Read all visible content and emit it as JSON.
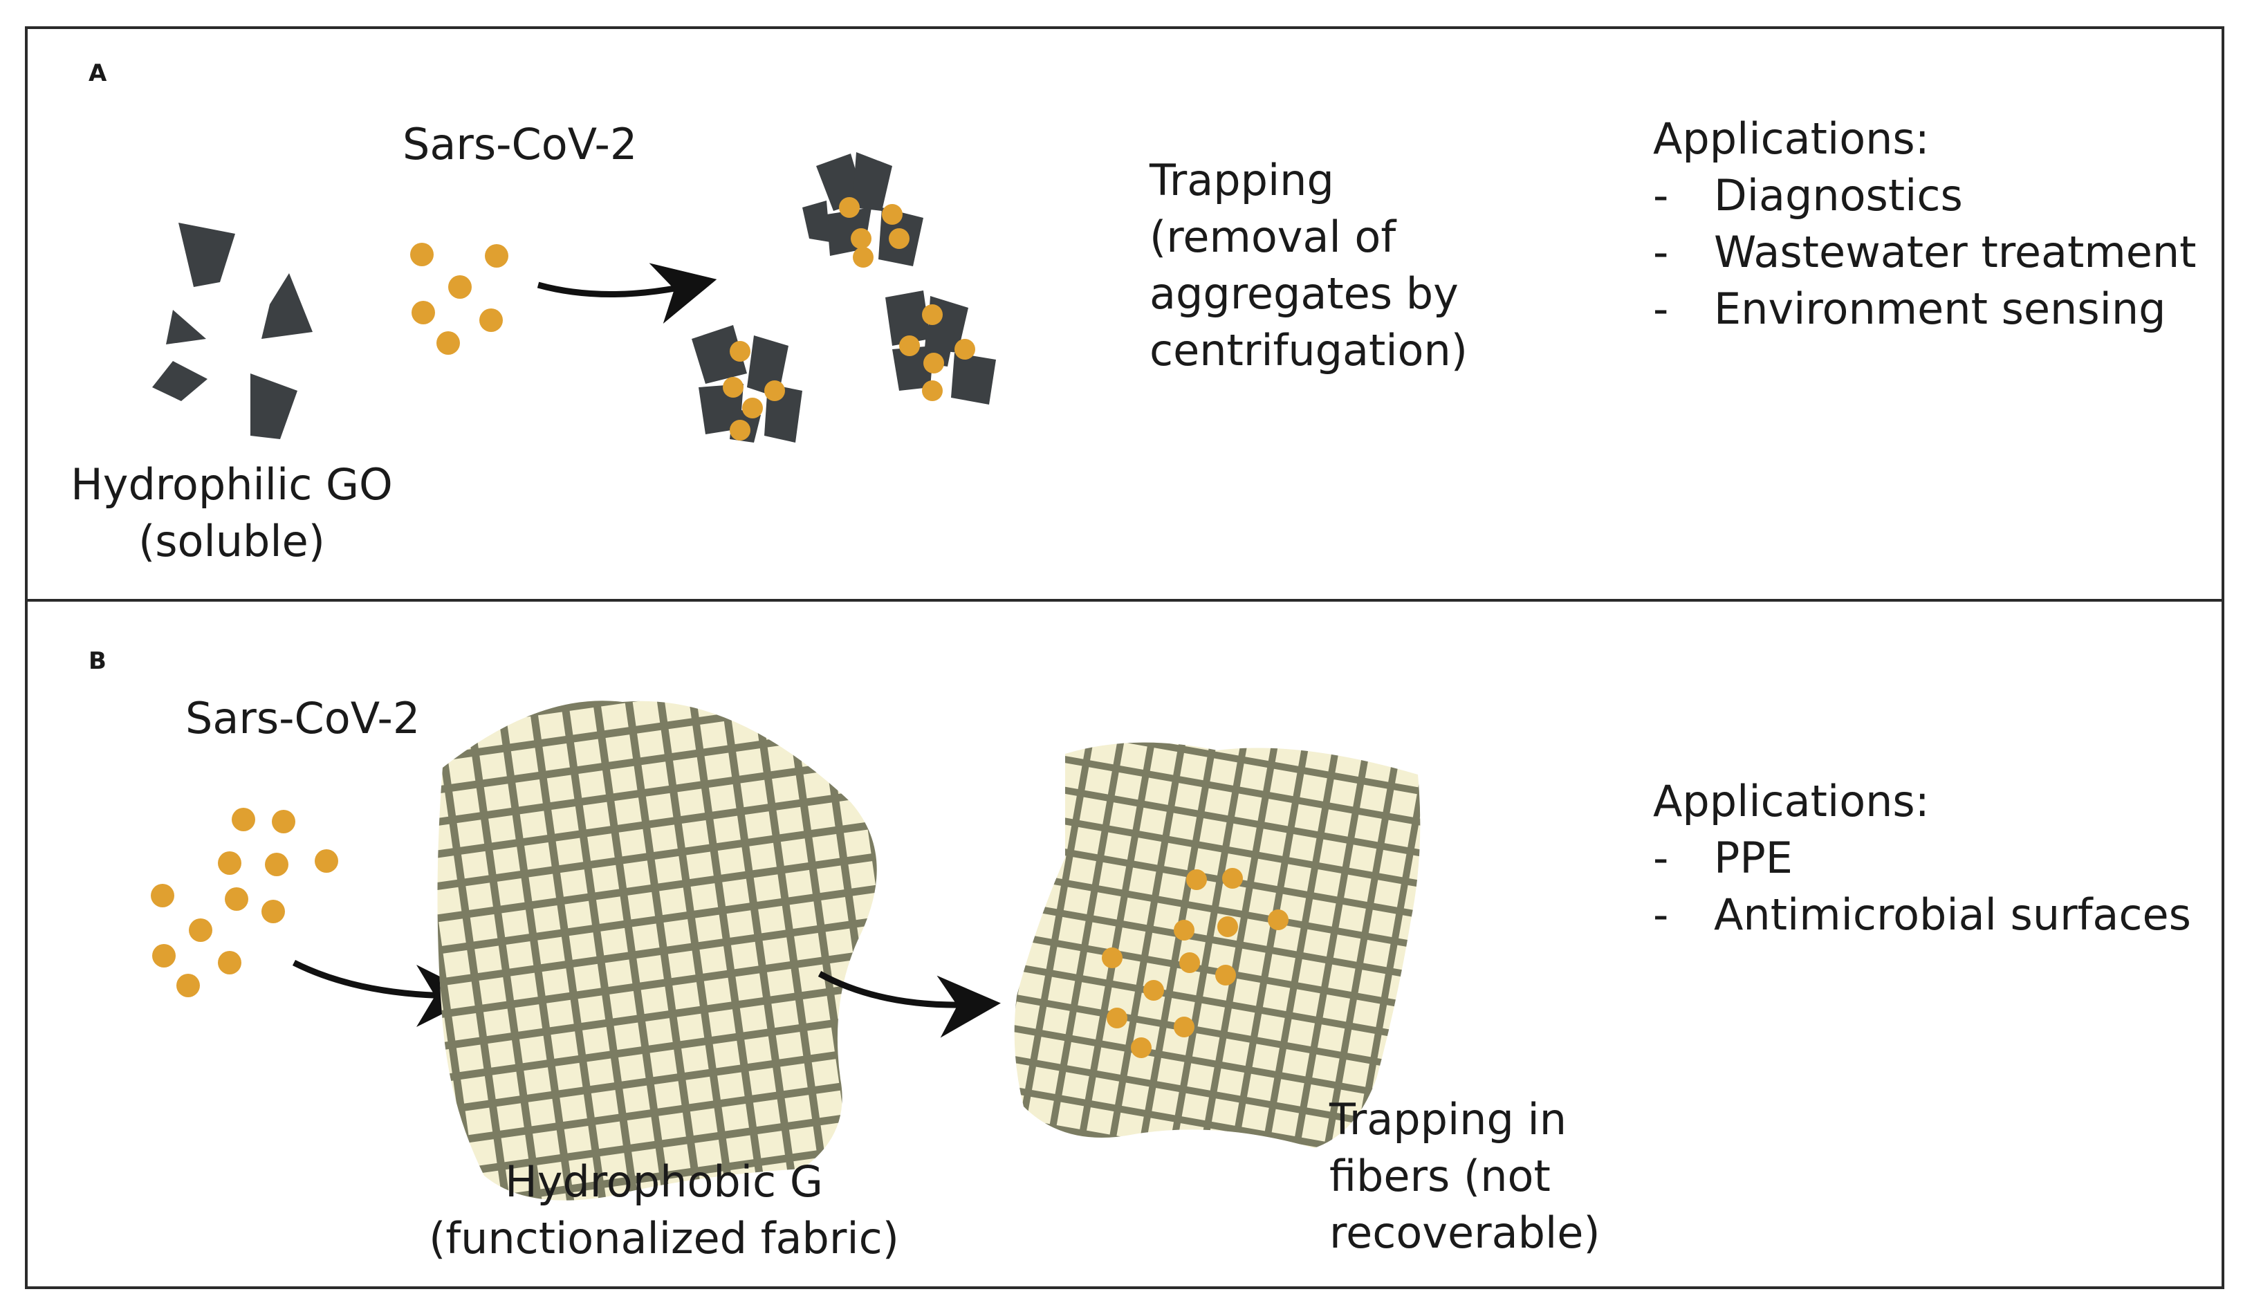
{
  "panel_a": {
    "letter": "A",
    "virus_label": "Sars-CoV-2",
    "go_label_line1": "Hydrophilic GO",
    "go_label_line2": "(soluble)",
    "trapping_lines": [
      "Trapping",
      "(removal of",
      "aggregates by",
      "centrifugation)"
    ],
    "apps_title": "Applications:",
    "apps": [
      "Diagnostics",
      "Wastewater treatment",
      "Environment sensing"
    ]
  },
  "panel_b": {
    "letter": "B",
    "virus_label": "Sars-CoV-2",
    "fabric_label_line1": "Hydrophobic G",
    "fabric_label_line2": "(functionalized fabric)",
    "trapping_lines": [
      "Trapping in",
      "fibers (not",
      "recoverable)"
    ],
    "apps_title": "Applications:",
    "apps": [
      "PPE",
      "Antimicrobial surfaces"
    ]
  },
  "colors": {
    "go_flake": "#3c4043",
    "go_flake_light": "#4a4e52",
    "virus": "#e0a030",
    "fabric_fill": "#f4f0d2",
    "fabric_thread": "#6d6f55",
    "arrow": "#111111",
    "border": "#2b2b2b"
  },
  "icons": [
    "go-flake-icon",
    "virus-particle-icon",
    "aggregate-icon",
    "fabric-mesh-icon",
    "arrow-icon"
  ]
}
